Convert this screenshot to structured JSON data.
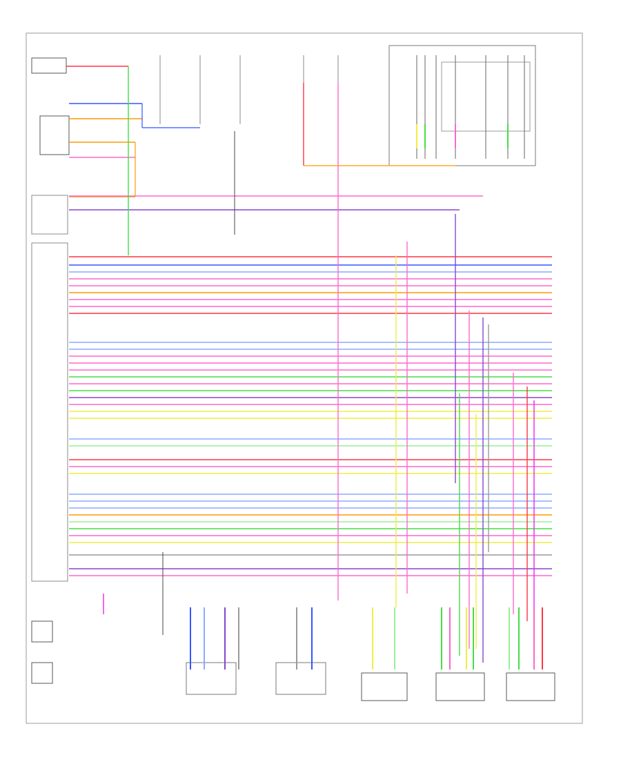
{
  "palette": {
    "red": "#ff3344",
    "pink": "#ff66cc",
    "magenta": "#ee22ee",
    "blue": "#3355ff",
    "lightblue": "#88aaff",
    "green": "#44dd44",
    "lightgreen": "#99ee99",
    "orange": "#ff9900",
    "yellow": "#eeee44",
    "grey": "#999999",
    "black": "#222222",
    "violet": "#8844cc"
  },
  "wire_colors": [
    "red",
    "blue",
    "lightblue",
    "pink",
    "pink",
    "orange",
    "pink",
    "pink",
    "red",
    "lightblue",
    "lightblue",
    "pink",
    "pink",
    "pink",
    "green",
    "pink",
    "green",
    "violet",
    "pink",
    "yellow",
    "yellow",
    "lightblue",
    "lightgreen",
    "red",
    "pink",
    "yellow",
    "lightblue",
    "lightblue",
    "lightblue",
    "orange",
    "lightgreen",
    "green",
    "pink",
    "yellow",
    "grey",
    "violet",
    "pink"
  ]
}
